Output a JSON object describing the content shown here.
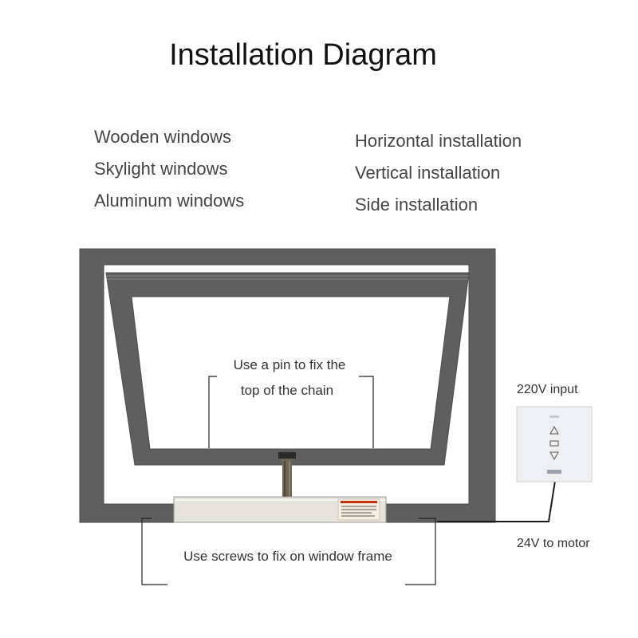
{
  "title": "Installation Diagram",
  "window_types": [
    "Wooden windows",
    "Skylight windows",
    "Aluminum windows"
  ],
  "installation_types": [
    "Horizontal installation",
    "Vertical installation",
    "Side installation"
  ],
  "annotations": {
    "pin_line1": "Use a pin to fix the",
    "pin_line2": "top of the chain",
    "screws": "Use screws to fix on window frame",
    "input": "220V input",
    "motor": "24V to  motor"
  },
  "colors": {
    "frame": "#5f5f5f",
    "frame_edge": "#4a4a4a",
    "motor_body": "#e4e4dc",
    "switch_panel": "#eeeff1",
    "line": "#222222"
  },
  "icons": {
    "switch_up": "up-triangle-icon",
    "switch_stop": "square-icon",
    "switch_down": "down-triangle-icon"
  }
}
